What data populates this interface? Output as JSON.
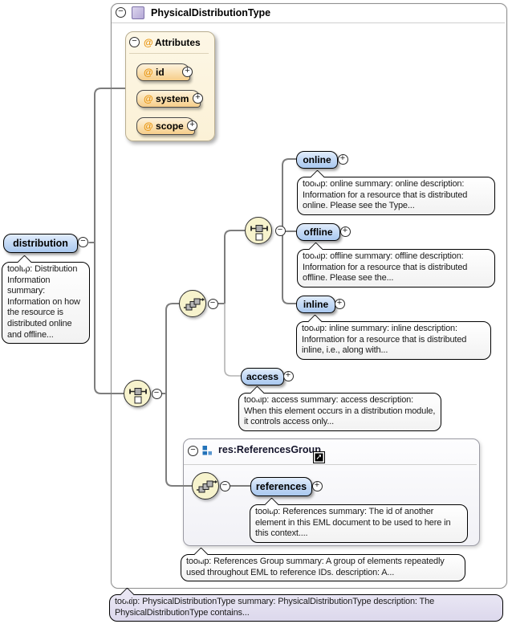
{
  "type_container": {
    "title": "PhysicalDistributionType",
    "tooltip": "tooltip: PhysicalDistributionType summary: PhysicalDistributionType description: The PhysicalDistributionType contains..."
  },
  "attributes_box": {
    "title": "Attributes",
    "items": [
      {
        "label": "id"
      },
      {
        "label": "system"
      },
      {
        "label": "scope"
      }
    ]
  },
  "root_element": {
    "label": "distribution",
    "tooltip": "tooltip: Distribution Information summary: Information on how the resource is distributed online and offline..."
  },
  "elements": [
    {
      "label": "online",
      "tooltip": "tooltip: online summary: online description: Information for a resource that is distributed online. Please see the Type..."
    },
    {
      "label": "offline",
      "tooltip": "tooltip: offline summary: offline description: Information for a resource that is distributed offline. Please see the..."
    },
    {
      "label": "inline",
      "tooltip": "tooltip: inline summary: inline description: Information for a resource that is distributed inline, i.e., along with..."
    },
    {
      "label": "access",
      "tooltip": "tooltip: access summary: access description: When this element occurs in a distribution module, it controls access only..."
    }
  ],
  "references_group": {
    "title": "res:ReferencesGroup",
    "tooltip": "tooltip: References Group summary: A group of elements repeatedly used throughout EML to reference IDs. description: A...",
    "element": {
      "label": "references",
      "tooltip": "tooltip: References summary: The id of another element in this EML document to be used to here in this context...."
    }
  },
  "icons": {
    "minus": "−",
    "plus": "+",
    "at": "@",
    "link_arrow": "➚"
  },
  "colors": {
    "element_pill": "#a9c8ef",
    "attribute_pill": "#f6cd89",
    "compositor_bg": "#f7f3cd",
    "attributes_box_bg": "#fbf1d6",
    "type_tooltip_bg": "#e3e0f0",
    "group_icon_blue": "#2272b9",
    "at_orange": "#e8930c",
    "connector": "#7d7d7d"
  }
}
